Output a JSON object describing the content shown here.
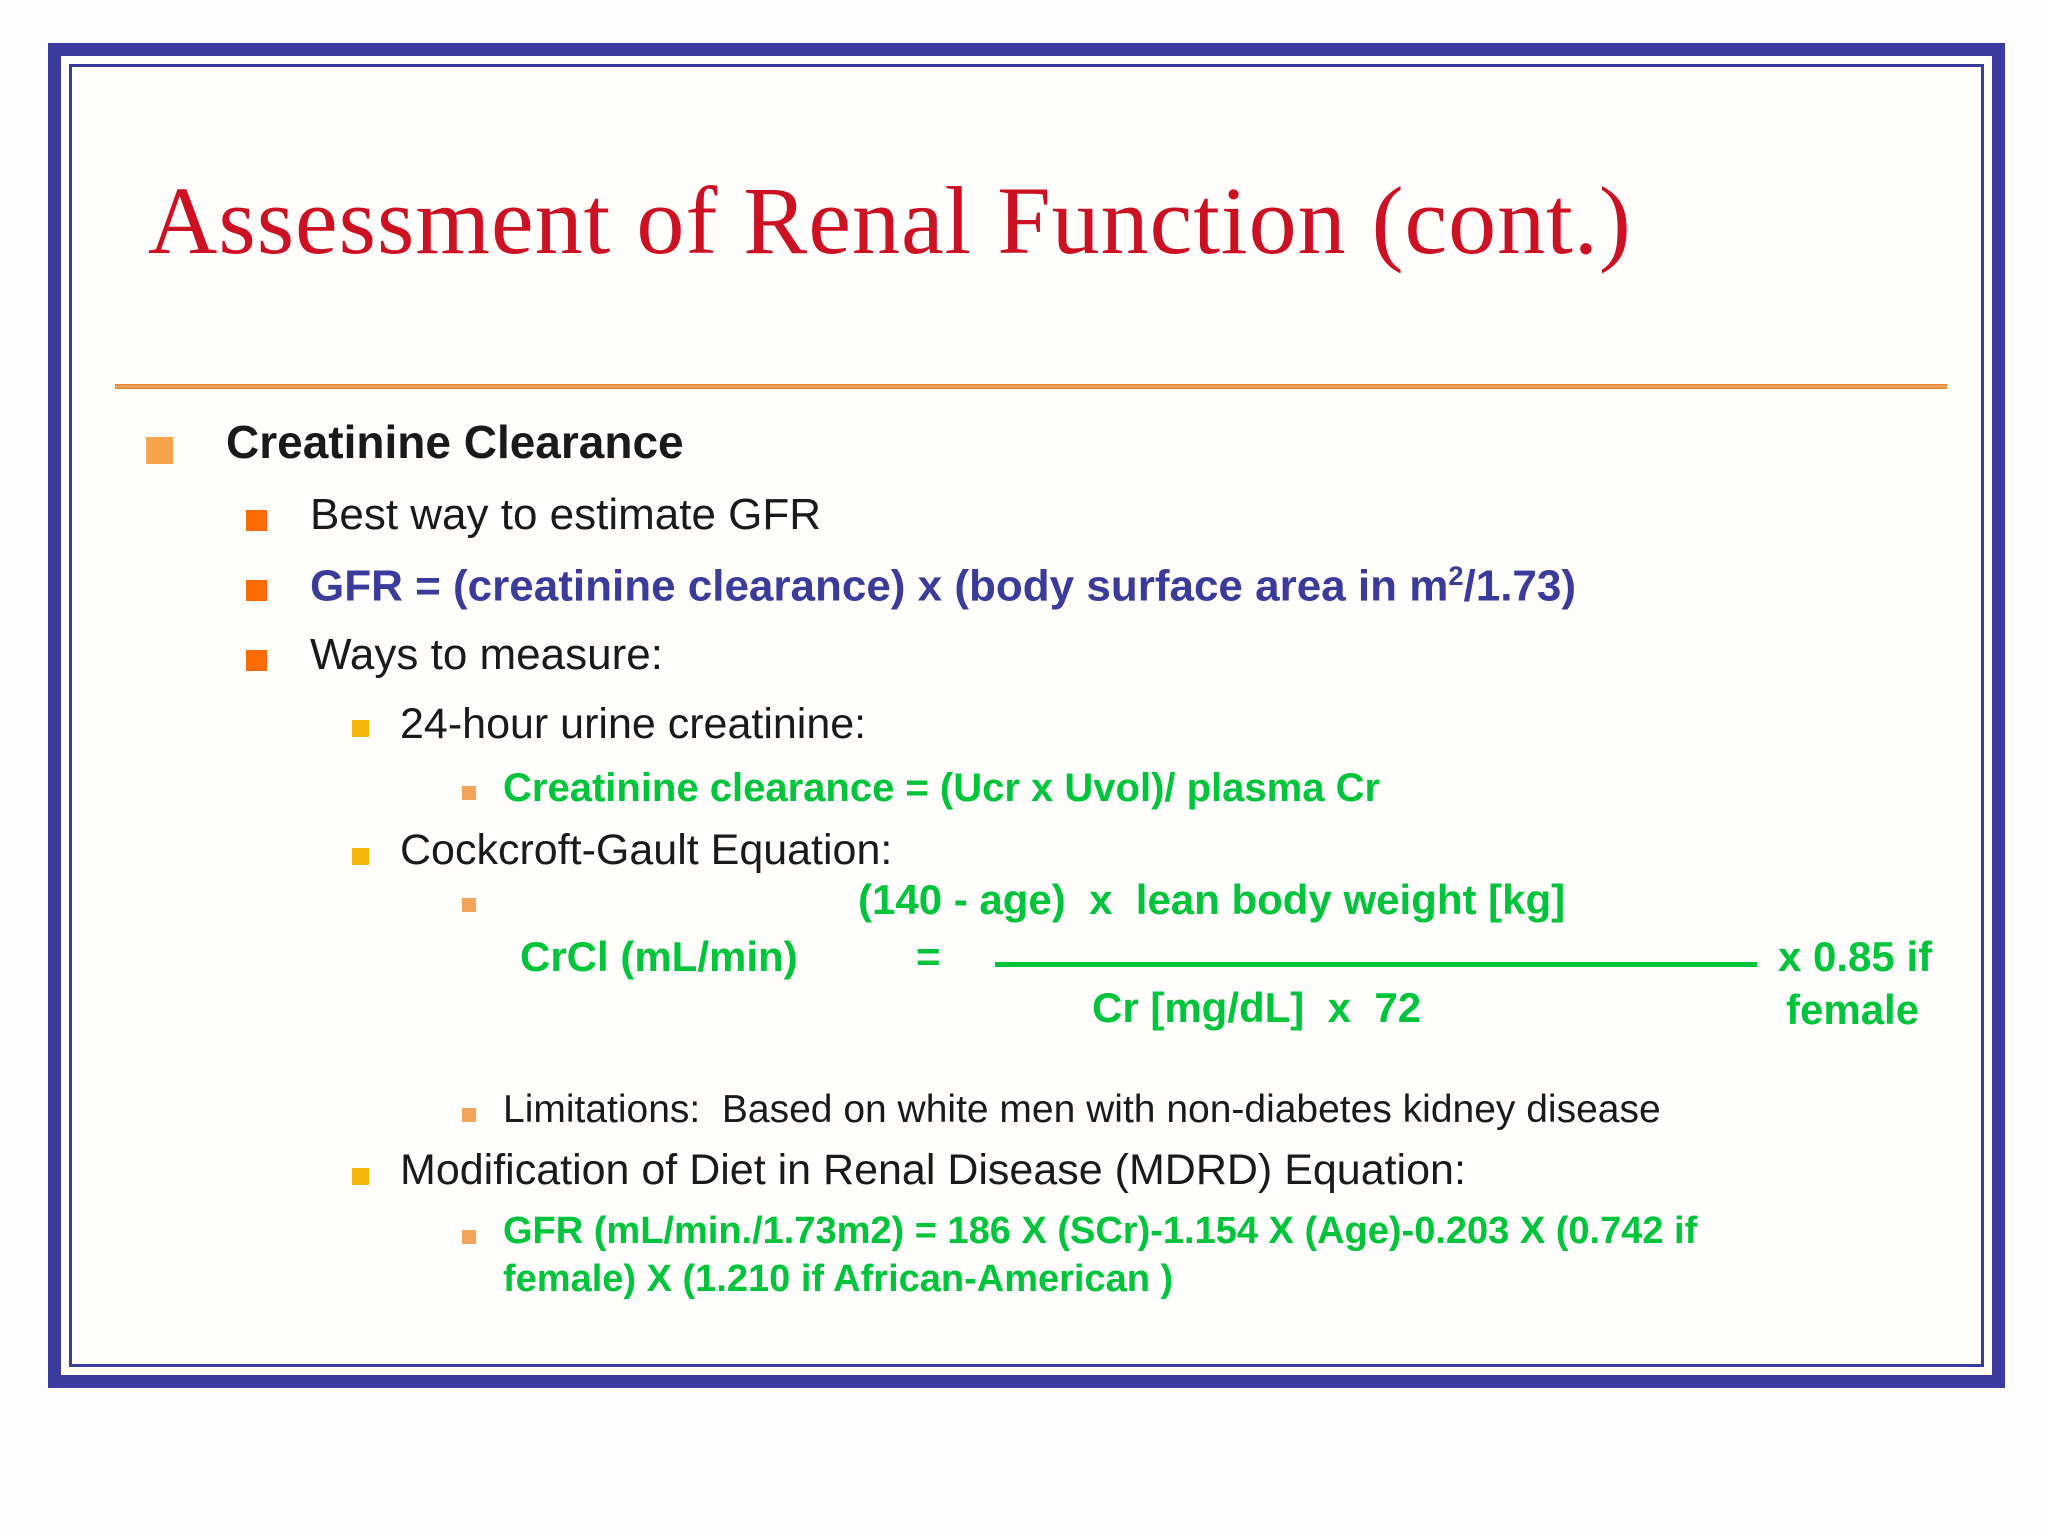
{
  "title": {
    "text": "Assessment of Renal Function (cont.)"
  },
  "colors": {
    "title_red": "#cc1122",
    "border_indigo": "#3b3b9e",
    "divider_orange": "#e8923f",
    "formula_blue": "#3b3b9c",
    "formula_green": "#00c53a",
    "bullet_level1_orange": "#f9a34d",
    "bullet_level2_orange": "#f96b00",
    "bullet_level3_gold": "#f3b70c",
    "bullet_level4_light_orange": "#f5a45c"
  },
  "outline": {
    "heading": "Creatinine Clearance",
    "best_way": "Best way to estimate GFR",
    "gfr_formula": {
      "pre_sup": "GFR = (creatinine clearance) x (body surface area in m",
      "sup": "2",
      "post_sup": "/1.73)"
    },
    "ways": "Ways to measure:",
    "urine_24h": "24-hour urine creatinine:",
    "cc_formula": "Creatinine clearance = (Ucr x Uvol)/ plasma Cr",
    "cockcroft": "Cockcroft-Gault Equation:",
    "crcl_equation": {
      "lhs": "CrCl (mL/min)",
      "equals": "=",
      "numerator": "(140 - age)  x  lean body weight [kg]",
      "denominator": "Cr [mg/dL]  x  72",
      "side_line1": "x 0.85 if",
      "side_line2": "female"
    },
    "limitations": "Limitations:  Based on white men with non-diabetes kidney disease",
    "mdrd": "Modification of Diet in Renal Disease (MDRD) Equation:",
    "mdrd_formula_line1": "GFR (mL/min./1.73m2) = 186 X (SCr)-1.154 X (Age)-0.203 X (0.742 if",
    "mdrd_formula_line2": "female) X (1.210 if African-American )"
  }
}
